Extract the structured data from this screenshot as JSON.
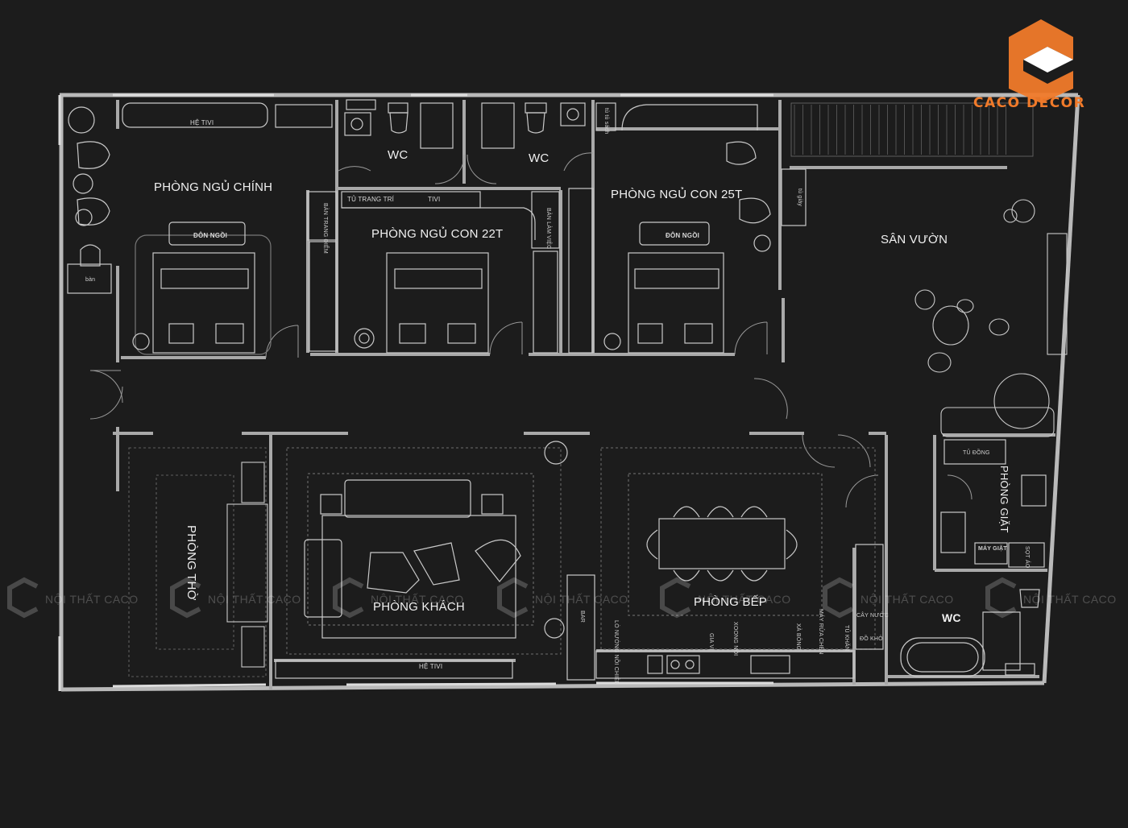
{
  "brand": {
    "name": "CACO DECOR",
    "logo_color": "#f07a2a"
  },
  "watermark": {
    "text": "NỘI THẤT CACO"
  },
  "rooms": {
    "master_bedroom": "PHÒNG NGỦ CHÍNH",
    "wc_1": "WC",
    "wc_2": "WC",
    "bedroom_22": "PHÒNG NGỦ CON 22T",
    "bedroom_25": "PHÒNG NGỦ CON 25T",
    "garden": "SÂN VƯỜN",
    "worship": "PHÒNG THỜ",
    "living": "PHÒNG KHÁCH",
    "kitchen": "PHÒNG BẾP",
    "laundry": "PHÒNG GIẶT",
    "wc_3": "WC"
  },
  "furniture": {
    "tv_master": "HỆ TIVI",
    "ottoman_master": "ĐÔN NGỒI",
    "desk_master": "bàn",
    "dressing_table": "BÀN TRANG ĐIỂM",
    "deco_cabinet": "TỦ TRANG TRÍ",
    "tivi_22": "TIVI",
    "work_desk": "BÀN LÀM VIỆC",
    "ottoman_25": "ĐÔN NGỒI",
    "shoe_cabinet": "tủ giày",
    "small_wardrobe": "tủ tủ sách",
    "tv_living": "HỆ TIVI",
    "bar": "BAR",
    "oven": "LÒ NƯỚNG NỒI CHIÊN",
    "spice": "GIA VỊ",
    "pots": "XOONG NỒI",
    "soap": "XÀ BÔNG",
    "dishwasher": "MÁY RỬA CHÉN",
    "towel": "TỦ KHĂN",
    "water_tree": "CÂY NƯỚC",
    "dry_food": "ĐỒ KHÔ",
    "wardrobe_laundry": "TỦ ĐỒNG",
    "washing_machine": "MÁY GIẶT",
    "clothes_basket": "SỌT ÁO"
  }
}
